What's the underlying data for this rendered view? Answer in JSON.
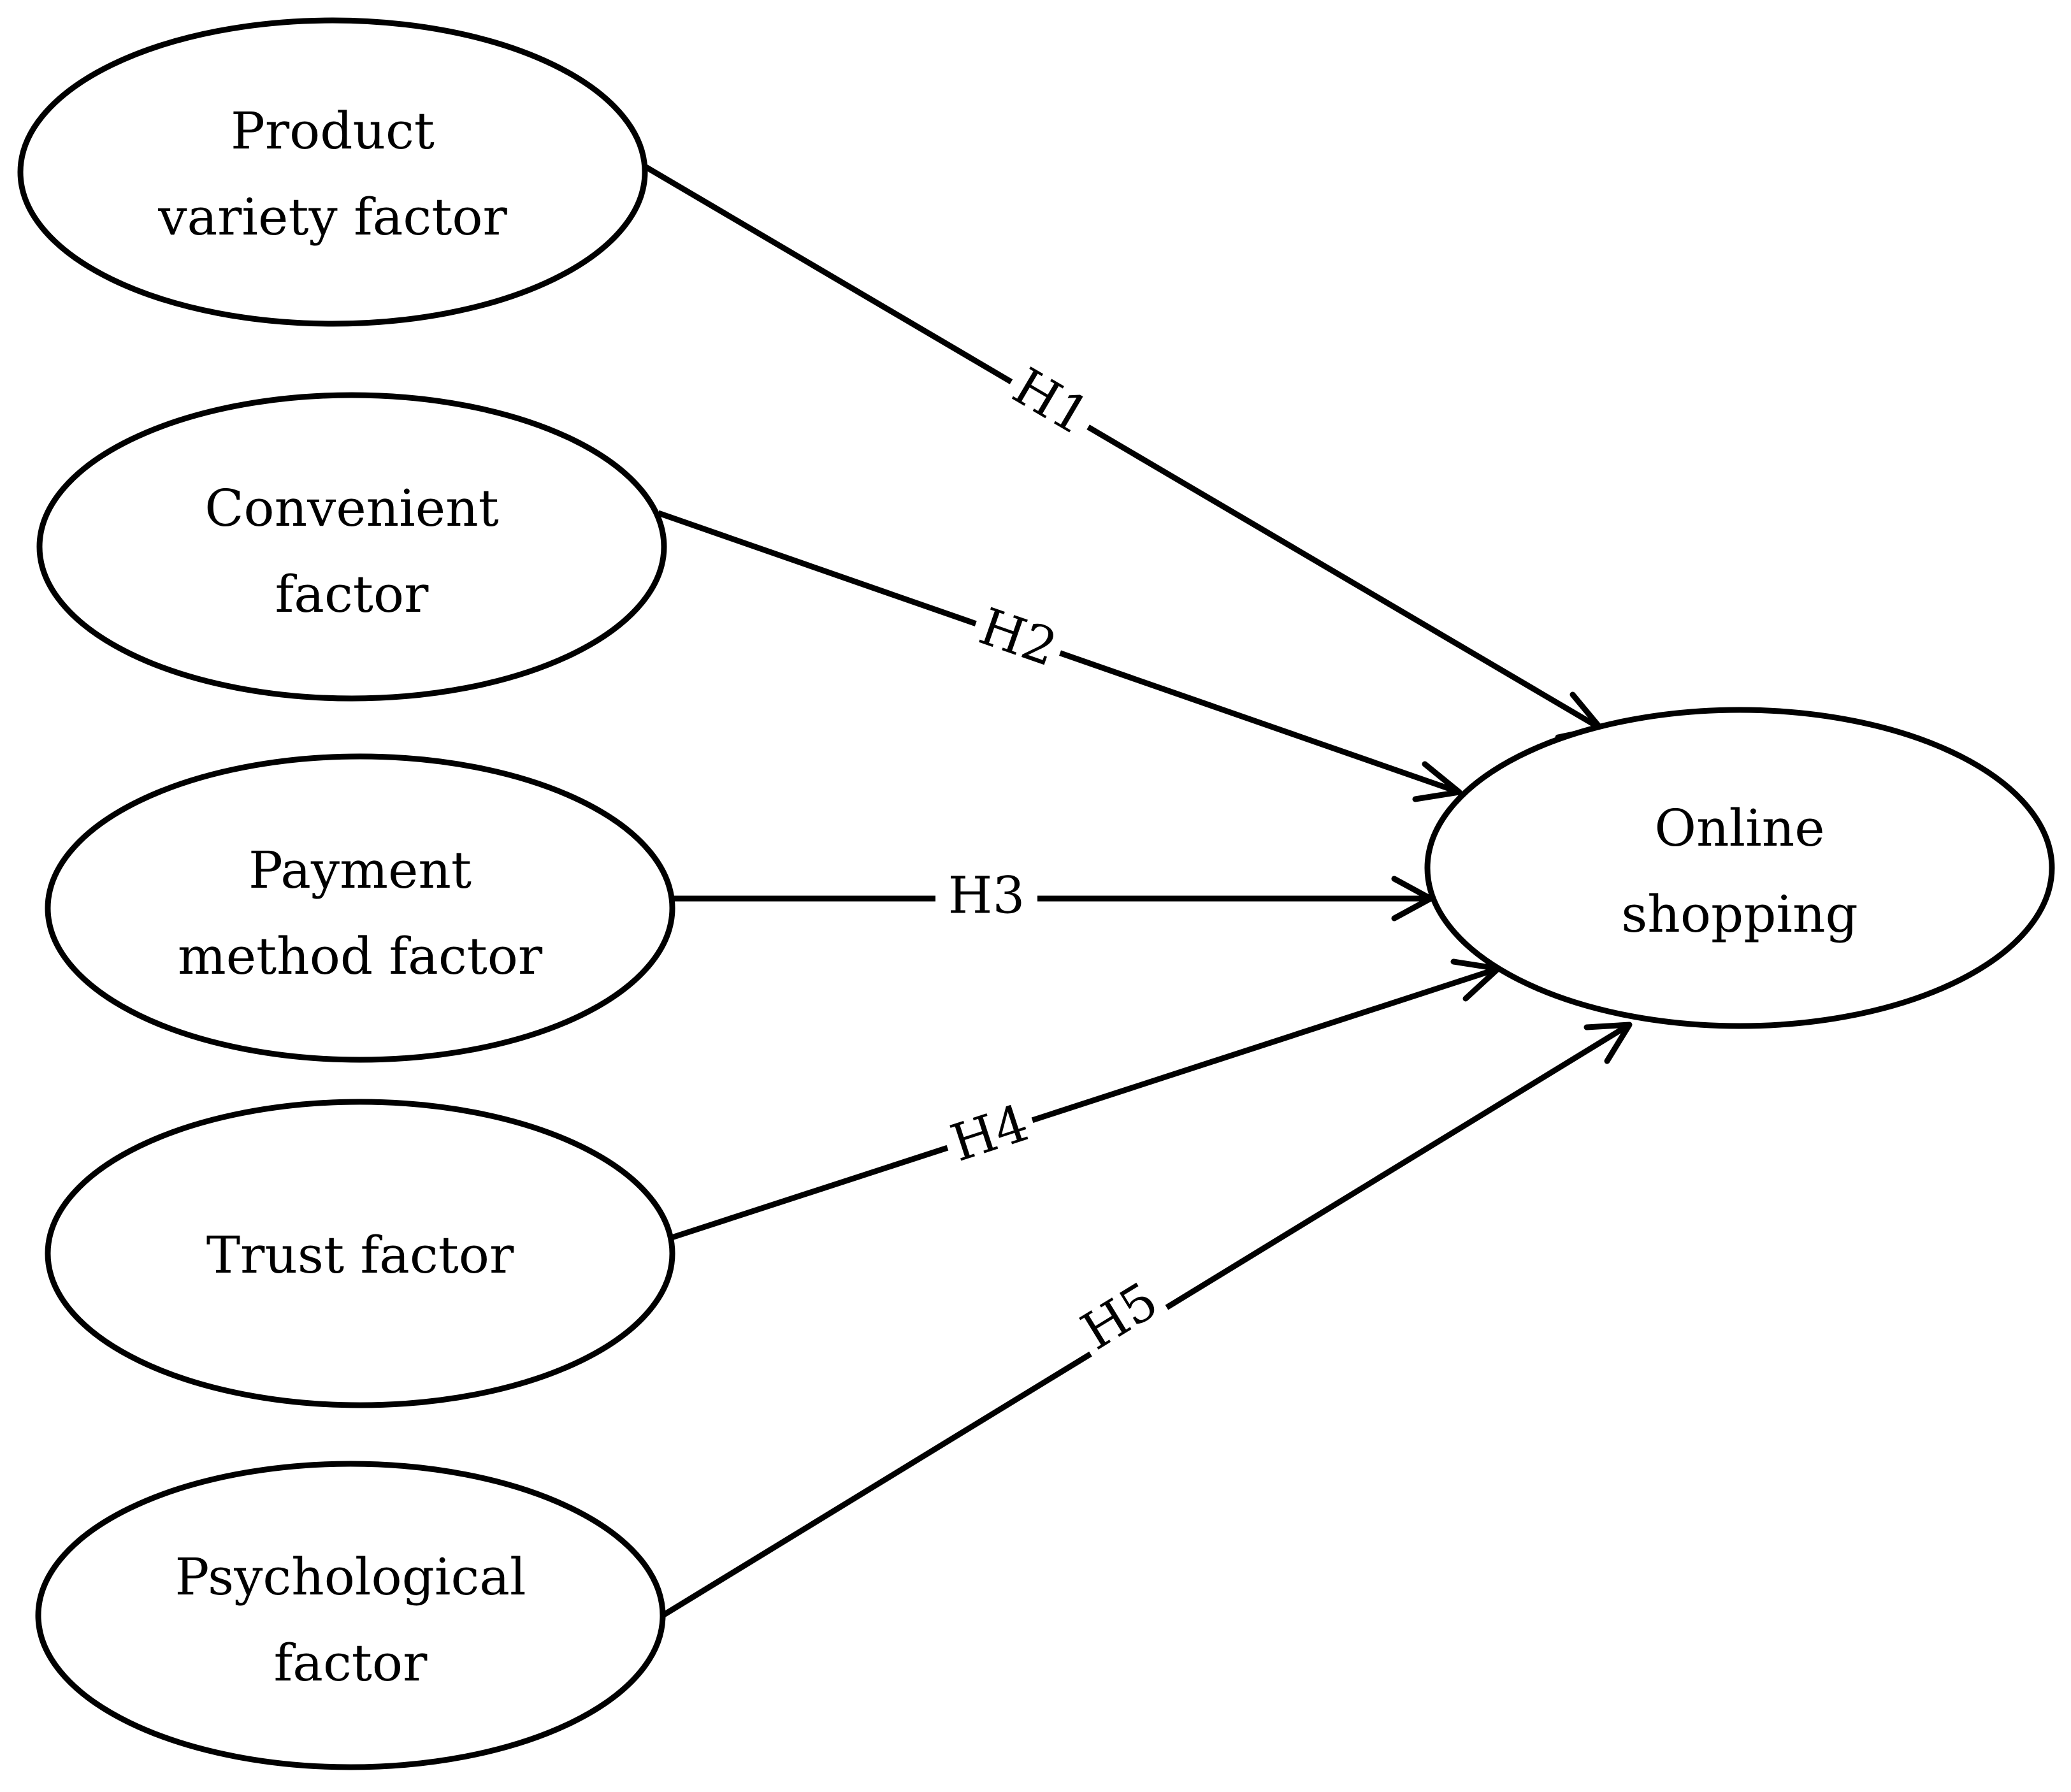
{
  "diagram": {
    "colors": {
      "line": "#000000",
      "background": "#ffffff"
    },
    "nodes": {
      "product_variety": {
        "lines": [
          "Product",
          "variety factor"
        ]
      },
      "convenient": {
        "lines": [
          "Convenient",
          "factor"
        ]
      },
      "payment_method": {
        "lines": [
          "Payment",
          "method factor"
        ]
      },
      "trust": {
        "lines": [
          "Trust factor"
        ]
      },
      "psychological": {
        "lines": [
          "Psychological",
          "factor"
        ]
      },
      "online_shopping": {
        "lines": [
          "Online",
          "shopping"
        ]
      }
    },
    "edges": [
      {
        "from": "product_variety",
        "to": "online_shopping",
        "label": "H1"
      },
      {
        "from": "convenient",
        "to": "online_shopping",
        "label": "H2"
      },
      {
        "from": "payment_method",
        "to": "online_shopping",
        "label": "H3"
      },
      {
        "from": "trust",
        "to": "online_shopping",
        "label": "H4"
      },
      {
        "from": "psychological",
        "to": "online_shopping",
        "label": "H5"
      }
    ]
  }
}
